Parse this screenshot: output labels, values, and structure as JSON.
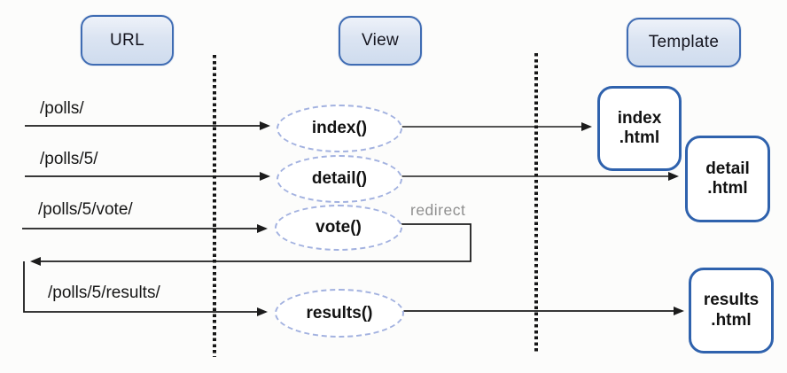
{
  "columns": {
    "url": "URL",
    "view": "View",
    "template": "Template"
  },
  "urls": {
    "polls": "/polls/",
    "polls5": "/polls/5/",
    "vote": "/polls/5/vote/",
    "results": "/polls/5/results/"
  },
  "views": {
    "index": "index()",
    "detail": "detail()",
    "vote": "vote()",
    "results": "results()"
  },
  "templates": {
    "index": {
      "line1": "index",
      "line2": ".html"
    },
    "detail": {
      "line1": "detail",
      "line2": ".html"
    },
    "results": {
      "line1": "results",
      "line2": ".html"
    }
  },
  "labels": {
    "redirect": "redirect"
  },
  "colors": {
    "header_border": "#3f6cb3",
    "header_fill": "#d8e2f1",
    "ellipse_dash": "#a3b2e0",
    "template_border": "#2f62ad",
    "arrow": "#1c1c1c",
    "redirect_text": "#8f8f8f"
  }
}
